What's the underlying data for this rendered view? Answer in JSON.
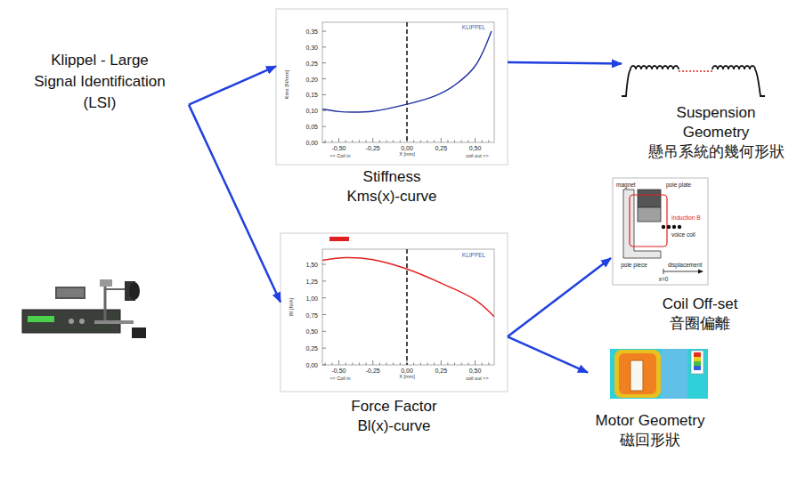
{
  "diagram": {
    "nodes": [
      {
        "text": [
          "Klippel - Large Signal Identification (LSI)"
        ]
      },
      {
        "text": [
          "Stiffness Kms(x)-curve"
        ]
      },
      {
        "text": [
          "Suspension Geometry",
          "懸吊系統的幾何形狀"
        ]
      },
      {
        "text": [
          "Force Factor Bl(x)-curve"
        ]
      },
      {
        "text": [
          "Coil Off-set",
          "音圈偏離"
        ]
      },
      {
        "text": [
          "Motor Geometry",
          "磁回形狀"
        ]
      }
    ],
    "edges": [
      {
        "from": 0,
        "to": 1,
        "arrow": "to"
      },
      {
        "from": 0,
        "to": 3,
        "arrow": "to"
      },
      {
        "from": 1,
        "to": 2,
        "arrow": "to"
      },
      {
        "from": 3,
        "to": 4,
        "arrow": "to"
      },
      {
        "from": 3,
        "to": 5,
        "arrow": "to"
      }
    ],
    "labels": [
      "KLIPPEL",
      "Kms [N/mm]",
      "0,35",
      "0,30",
      "0,25",
      "0,20",
      "0,15",
      "0,10",
      "0,05",
      "0,00",
      "-0,50",
      "-0,25",
      "0,00",
      "0,25",
      "0,50",
      "X [mm]",
      "<< Coil in",
      "coil out >>",
      "KLIPPEL",
      "Bl [N/A]",
      "1,50",
      "1,25",
      "1,00",
      "0,75",
      "0,50",
      "0,25",
      "0,00",
      "-0,50",
      "-0,25",
      "0,00",
      "0,25",
      "0,50",
      "X [mm]",
      "<< Coil in",
      "coil out >>",
      "magnet",
      "pole plate",
      "Induction B",
      "voice coil",
      "pole piece",
      "x=0",
      "displacement"
    ]
  }
}
